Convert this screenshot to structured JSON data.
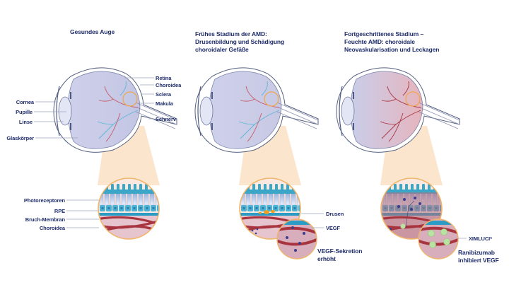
{
  "panels": [
    {
      "title_lines": [
        "Gesundes Auge"
      ],
      "eye_labels_left": [
        "Cornea",
        "Pupille",
        "Linse",
        "Glaskörper"
      ],
      "eye_labels_right": [
        "Retina",
        "Choroidea",
        "Sclera",
        "Makula",
        "Sehnerv"
      ],
      "detail_labels": [
        "Photorezeptoren",
        "RPE",
        "Bruch-Membran",
        "Choroidea"
      ]
    },
    {
      "title_lines": [
        "Frühes Stadium der AMD:",
        "Drusenbildung und Schädigung",
        "choroidaler Gefäße"
      ],
      "detail_labels": [
        "Drusen",
        "VEGF"
      ],
      "caption_lines": [
        "VEGF-Sekretion",
        "erhöht"
      ]
    },
    {
      "title_lines": [
        "Fortgeschrittenes Stadium –",
        "Feuchte AMD: choroidale",
        "Neovaskularisation und Leckagen"
      ],
      "detail_labels": [
        "XIMLUCI*"
      ],
      "caption_lines": [
        "Ranibizumab",
        "inhibiert VEGF"
      ]
    }
  ],
  "colors": {
    "text": "#1f2d6b",
    "eye_fill": "#c9cbe6",
    "cone": "#fbe2c6",
    "photoreceptor": "#3aa6c8",
    "rpe": "#4ab2d6",
    "vessel": "#a8343f",
    "choroid_bg": "#e6c5cf",
    "magnifier_border": "#f0b56a",
    "drusen": "#f0a020",
    "vegf": "#3b3d8c",
    "drug": "#b8e3a2"
  }
}
